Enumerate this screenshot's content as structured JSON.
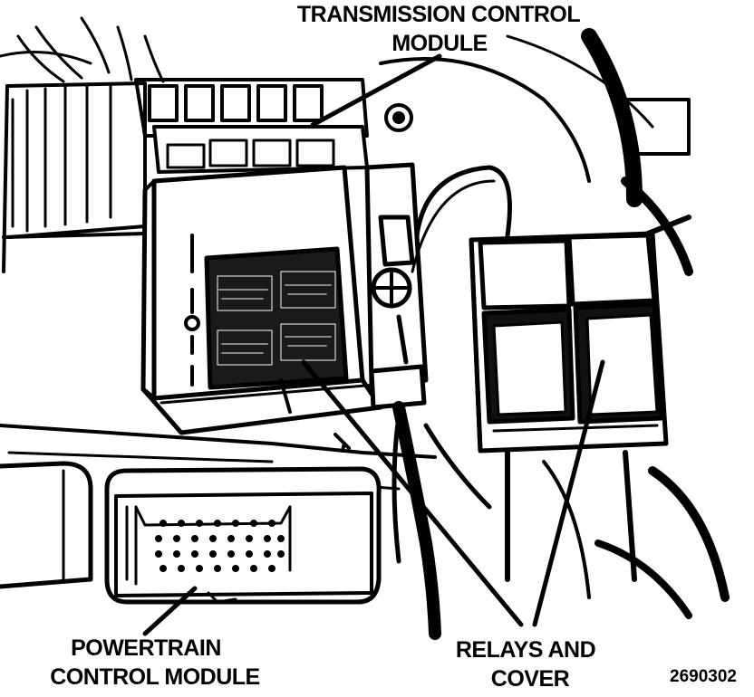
{
  "labels": {
    "tcm_line1": "TRANSMISSION CONTROL",
    "tcm_line2": "MODULE",
    "pcm_line1": "POWERTRAIN",
    "pcm_line2": "CONTROL MODULE",
    "relays_line1": "RELAYS AND",
    "relays_line2": "COVER",
    "figure_id": "2690302"
  },
  "colors": {
    "ink": "#000000",
    "paper": "#ffffff",
    "shade": "#1a1a1a"
  }
}
